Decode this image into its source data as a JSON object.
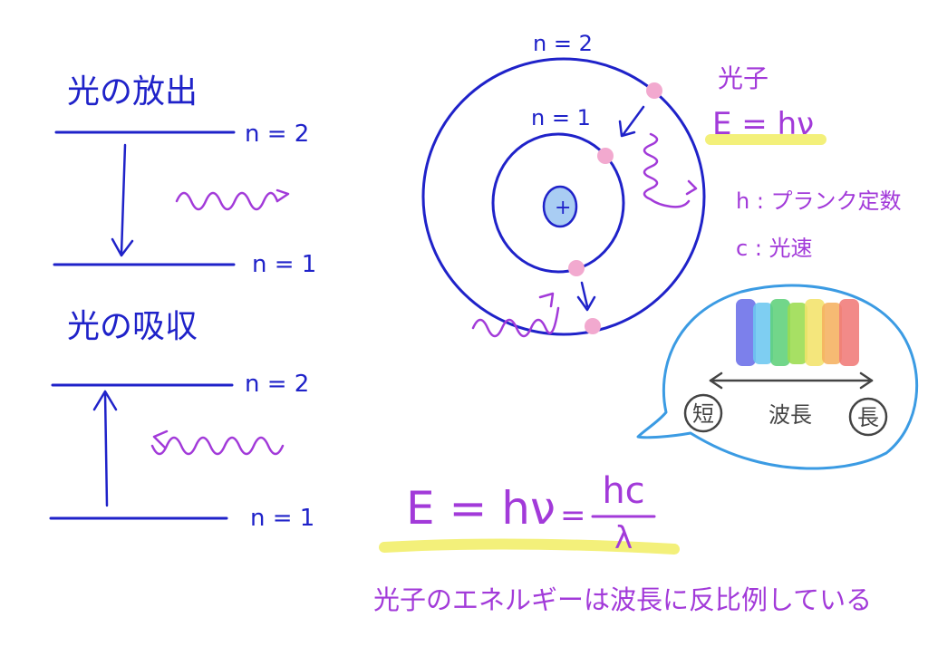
{
  "emission": {
    "title": "光の放出",
    "upper_level": "n = 2",
    "lower_level": "n = 1"
  },
  "absorption": {
    "title": "光の吸収",
    "upper_level": "n = 2",
    "lower_level": "n = 1"
  },
  "bohr_model": {
    "outer_orbit_label": "n = 2",
    "inner_orbit_label": "n = 1",
    "nucleus_label": "+"
  },
  "photon_note": {
    "title": "光子",
    "formula": "E = hν",
    "h_definition": "h : プランク定数",
    "c_definition": "c : 光速"
  },
  "spectrum_bubble": {
    "short_label": "短",
    "axis_label": "波長",
    "long_label": "長",
    "colors": [
      "#6a6ee8",
      "#6cc7f0",
      "#5ed07a",
      "#9bdc4e",
      "#f3e26a",
      "#f5b160",
      "#f07a78"
    ]
  },
  "main_formula": {
    "left": "E = hν",
    "equals": "=",
    "numerator": "hc",
    "denominator": "λ"
  },
  "conclusion": "光子のエネルギーは波長に反比例している",
  "colors": {
    "ink_blue": "#1f22c9",
    "ink_purple": "#a23ad9",
    "electron_pink": "#f2a9cf",
    "nucleus_fill": "#a9cdf3",
    "highlight_yellow": "#f3f07a",
    "bubble_outline": "#3b9be3"
  }
}
